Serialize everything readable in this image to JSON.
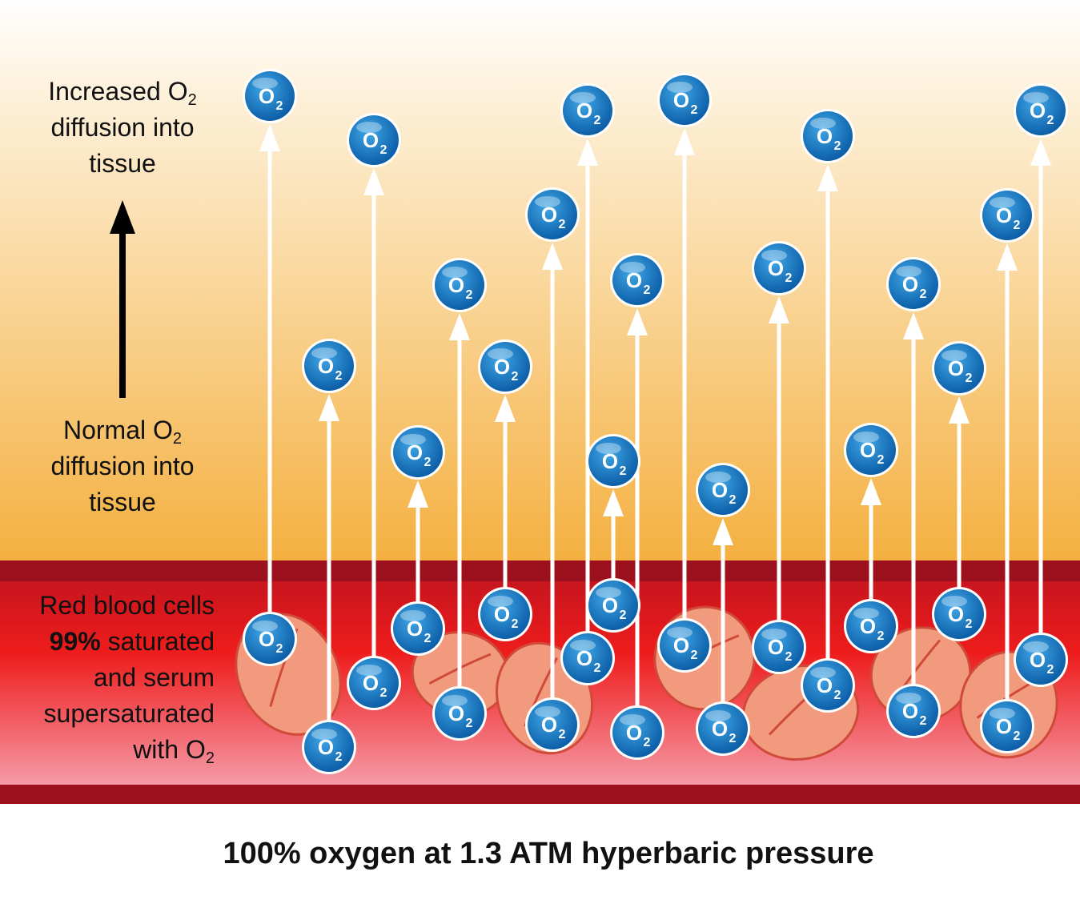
{
  "labels": {
    "increased": {
      "line1_pre": "Increased O",
      "line1_sub": "2",
      "line2": "diffusion into",
      "line3": "tissue"
    },
    "normal": {
      "line1_pre": "Normal O",
      "line1_sub": "2",
      "line2": "diffusion into",
      "line3": "tissue"
    },
    "blood": {
      "line1": "Red blood cells",
      "line2_bold": "99%",
      "line2_rest": " saturated",
      "line3": "and serum",
      "line4": "supersaturated",
      "line5_pre": "with O",
      "line5_sub": "2"
    }
  },
  "caption": "100% oxygen at 1.3 ATM hyperbaric pressure",
  "molecule": {
    "letter": "O",
    "subscript": "2"
  },
  "colors": {
    "tissue_top": "#ffffff",
    "tissue_bottom": "#f4b040",
    "blood_band": "#9c0f1c",
    "blood_mid": "#e31b1b",
    "blood_bottom": "#f28a98",
    "rbc_fill": "#f19a7e",
    "rbc_stroke": "#d04a3a",
    "molecule": "#1a78c2",
    "arrow": "#ffffff"
  }
}
